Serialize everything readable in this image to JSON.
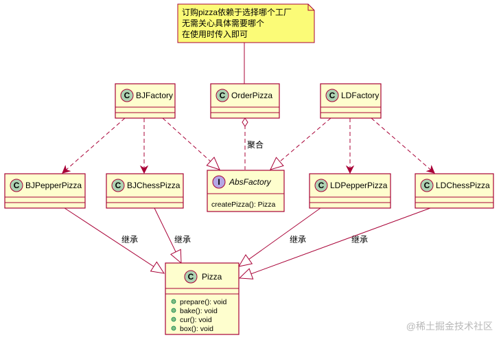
{
  "diagram": {
    "type": "uml-class-diagram",
    "note": {
      "lines": [
        "订购pizza依赖于选择哪个工厂",
        "无需关心具体需要哪个",
        "在使用时传入即可"
      ]
    },
    "classes": {
      "bjfactory": {
        "name": "BJFactory",
        "kind": "class",
        "members": []
      },
      "orderpizza": {
        "name": "OrderPizza",
        "kind": "class",
        "members": []
      },
      "ldfactory": {
        "name": "LDFactory",
        "kind": "class",
        "members": []
      },
      "bjpepperpizza": {
        "name": "BJPepperPizza",
        "kind": "class",
        "members": []
      },
      "bjchesspizza": {
        "name": "BJChessPizza",
        "kind": "class",
        "members": []
      },
      "absfactory": {
        "name": "AbsFactory",
        "kind": "interface",
        "members": [
          "createPizza(): Pizza"
        ]
      },
      "ldpepperpizza": {
        "name": "LDPepperPizza",
        "kind": "class",
        "members": []
      },
      "ldchesspizza": {
        "name": "LDChessPizza",
        "kind": "class",
        "members": []
      },
      "pizza": {
        "name": "Pizza",
        "kind": "class",
        "members": [
          "prepare(): void",
          "bake(): void",
          "cur(): void",
          "box(): void"
        ]
      }
    },
    "relations": {
      "aggregation_label": "聚合",
      "inheritance_label": "继承"
    },
    "colors": {
      "class_fill": "#FEFECE",
      "border": "#A80036",
      "class_badge": "#ADD1B2",
      "interface_badge": "#B4A7E5",
      "note_fill": "#FBFB77",
      "method_dot": "#84BE84"
    }
  },
  "watermark": "@稀土掘金技术社区"
}
